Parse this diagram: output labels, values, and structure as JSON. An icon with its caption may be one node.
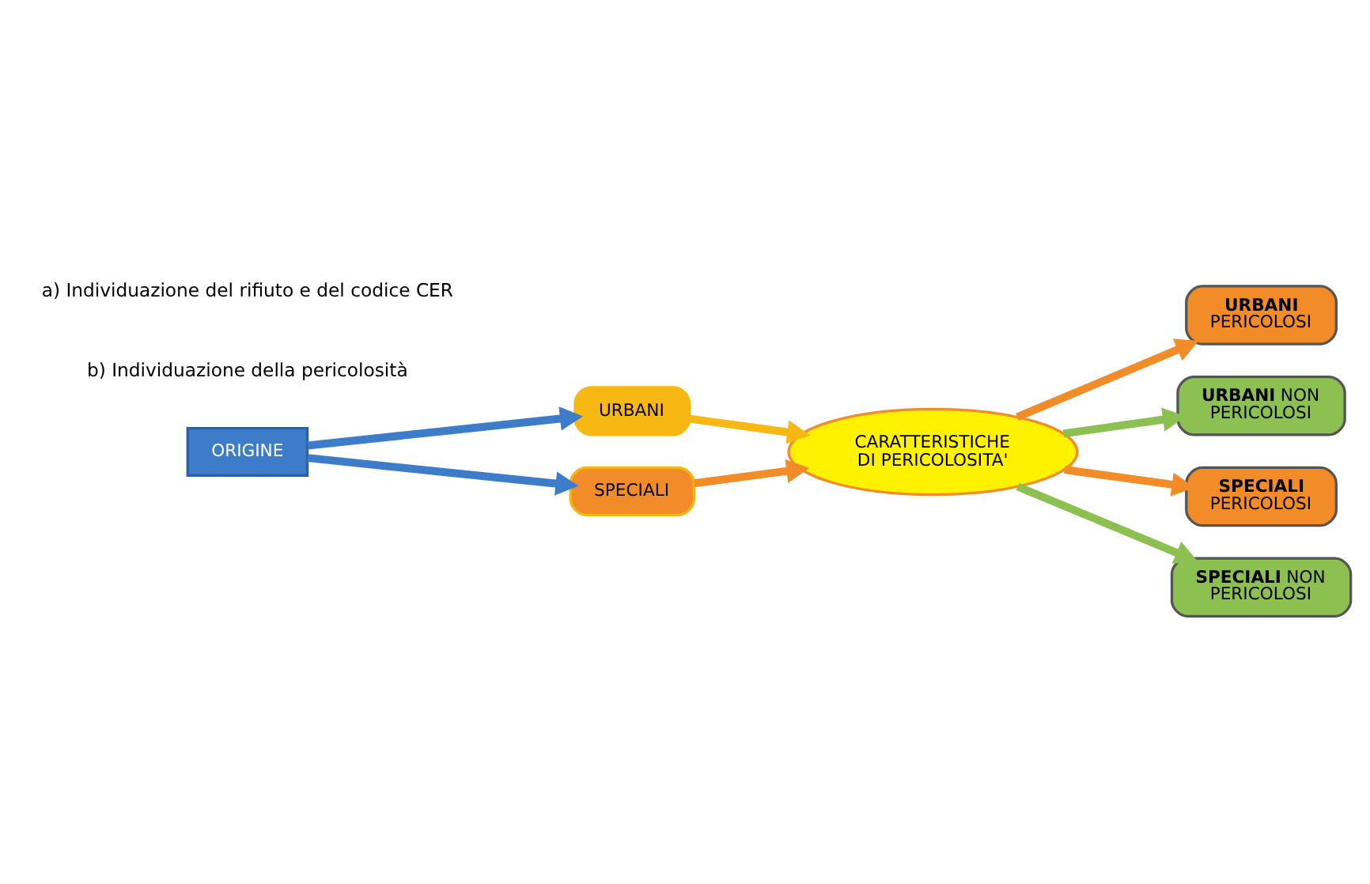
{
  "diagram": {
    "nodes": [
      {
        "text": [
          "ORIGINE"
        ]
      },
      {
        "text": [
          "URBANI"
        ]
      },
      {
        "text": [
          "SPECIALI"
        ]
      },
      {
        "text": [
          "CARATTERISTICHE DI PERICOLOSITA'"
        ]
      },
      {
        "text": [
          "**URBANI** PERICOLOSI"
        ]
      },
      {
        "text": [
          "**URBANI** NON PERICOLOSI"
        ]
      },
      {
        "text": [
          "**SPECIALI** PERICOLOSI"
        ]
      },
      {
        "text": [
          "**SPECIALI** NON PERICOLOSI"
        ]
      }
    ],
    "edges": [
      {
        "from": 0,
        "to": 1,
        "arrow": "to",
        "color": "#3d7cc9"
      },
      {
        "from": 0,
        "to": 2,
        "arrow": "to",
        "color": "#3d7cc9"
      },
      {
        "from": 1,
        "to": 3,
        "arrow": "to",
        "color": "#f7b813"
      },
      {
        "from": 2,
        "to": 3,
        "arrow": "to",
        "color": "#f28c28"
      },
      {
        "from": 3,
        "to": 4,
        "arrow": "to",
        "color": "#f28c28"
      },
      {
        "from": 3,
        "to": 5,
        "arrow": "to",
        "color": "#8cc152"
      },
      {
        "from": 3,
        "to": 6,
        "arrow": "to",
        "color": "#f28c28"
      },
      {
        "from": 3,
        "to": 7,
        "arrow": "to",
        "color": "#8cc152"
      }
    ],
    "labels": [
      "a) Individuazione del rifiuto e del codice CER",
      "b) Individuazione della pericolosità"
    ]
  }
}
